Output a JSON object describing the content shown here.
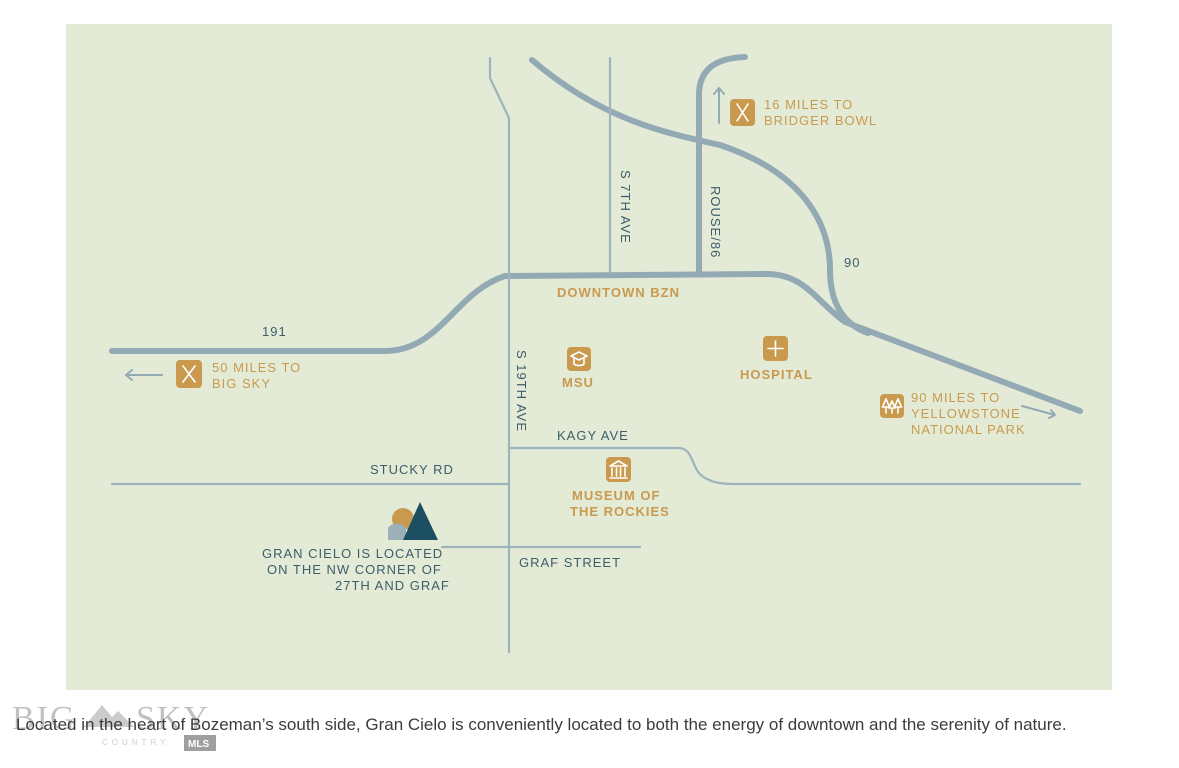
{
  "streets": {
    "s7th": "S 7TH AVE",
    "rouse": "ROUSE/86",
    "i90": "90",
    "hwy191": "191",
    "s19th": "S 19TH AVE",
    "kagy": "KAGY AVE",
    "stucky": "STUCKY RD",
    "graf": "GRAF STREET"
  },
  "pois": {
    "downtown": "DOWNTOWN BZN",
    "msu": "MSU",
    "hospital": "HOSPITAL",
    "museum_line1": "MUSEUM OF",
    "museum_line2": "THE ROCKIES"
  },
  "destinations": {
    "bridger_line1": "16 MILES TO",
    "bridger_line2": "BRIDGER BOWL",
    "bigsky_line1": "50 MILES TO",
    "bigsky_line2": "BIG SKY",
    "yellowstone_line1": "90 MILES TO",
    "yellowstone_line2": "YELLOWSTONE",
    "yellowstone_line3": "NATIONAL PARK"
  },
  "site": {
    "line1": "GRAN CIELO IS LOCATED",
    "line2": "ON THE NW CORNER OF",
    "line3": "27TH AND GRAF"
  },
  "caption": "Located in the heart of Bozeman’s south side, Gran Cielo is conveniently located to both the energy of downtown and the serenity of nature.",
  "watermark": {
    "big": "BIG",
    "sky": "SKY",
    "country": "COUNTRY",
    "mls": "MLS"
  },
  "colors": {
    "map_background": "#e3ebd6",
    "road": "#93a9b4",
    "label_dark": "#3e5c6c",
    "accent_gold": "#c99a4e"
  },
  "icons": {
    "ski": "ski-icon",
    "graduation": "graduation-cap-icon",
    "hospital": "medical-cross-icon",
    "museum": "museum-icon",
    "trees": "trees-icon",
    "site_marker": "mountain-sun-icon"
  }
}
